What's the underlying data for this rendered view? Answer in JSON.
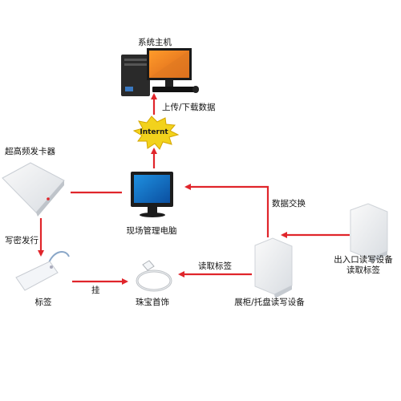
{
  "nodes": {
    "host": {
      "label": "系统主机"
    },
    "site_pc": {
      "label": "现场管理电脑"
    },
    "issuer": {
      "label": "超高频发卡器"
    },
    "tag": {
      "label": "标签"
    },
    "jewelry": {
      "label": "珠宝首饰"
    },
    "counter_reader": {
      "label": "展柜/托盘读写设备"
    },
    "gate_reader": {
      "label_line1": "出入口读写设备",
      "label_line2": "读取标签"
    }
  },
  "internet": {
    "label": "Internt"
  },
  "edges": {
    "upload_download": "上传/下载数据",
    "data_exchange": "数据交换",
    "write_issue": "写密发行",
    "hang": "挂",
    "read_tag": "读取标签"
  },
  "colors": {
    "arrow": "#e0252b",
    "burst": "#f2d21c"
  }
}
